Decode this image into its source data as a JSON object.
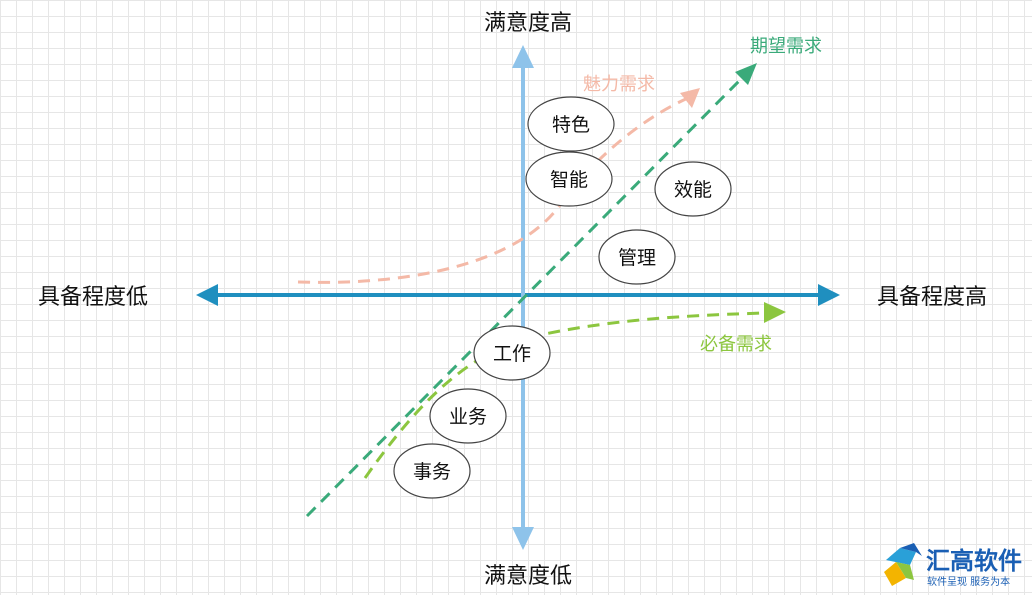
{
  "axes": {
    "top": "满意度高",
    "bottom": "满意度低",
    "left": "具备程度低",
    "right": "具备程度高"
  },
  "curves": {
    "attractive": {
      "label": "魅力需求",
      "color": "#f4b9a7"
    },
    "expected": {
      "label": "期望需求",
      "color": "#3aaa7a"
    },
    "must_be": {
      "label": "必备需求",
      "color": "#8cc63f"
    }
  },
  "nodes": [
    {
      "label": "特色"
    },
    {
      "label": "智能"
    },
    {
      "label": "效能"
    },
    {
      "label": "管理"
    },
    {
      "label": "工作"
    },
    {
      "label": "业务"
    },
    {
      "label": "事务"
    }
  ],
  "colors": {
    "vertical_axis": "#8ec3ea",
    "horizontal_axis": "#1f8fbf"
  },
  "logo": {
    "name": "汇高软件",
    "tagline": "软件呈现 服务为本"
  }
}
